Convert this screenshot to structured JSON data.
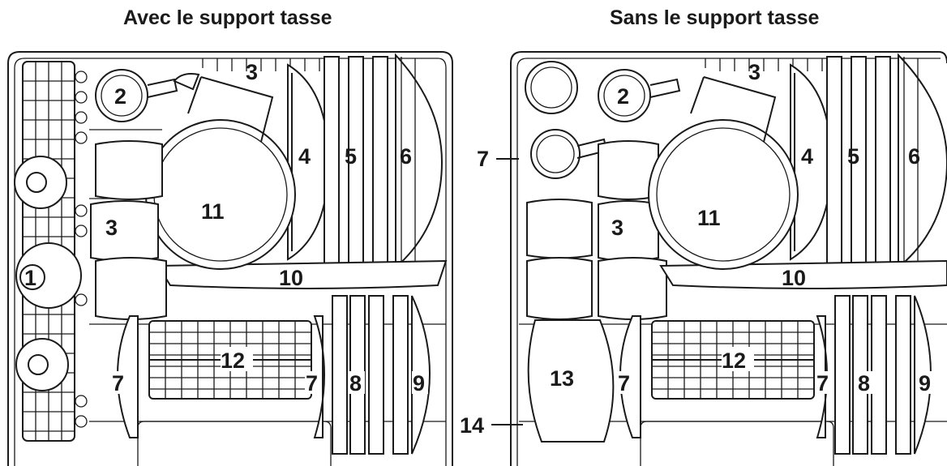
{
  "left": {
    "title": "Avec le support tasse",
    "labels": [
      "1",
      "2",
      "3",
      "3",
      "4",
      "5",
      "6",
      "7",
      "7",
      "8",
      "9",
      "10",
      "11",
      "12"
    ]
  },
  "right": {
    "title": "Sans le support tasse",
    "labels": [
      "2",
      "3",
      "3",
      "4",
      "5",
      "6",
      "7",
      "7",
      "7",
      "8",
      "9",
      "10",
      "11",
      "12",
      "13",
      "14"
    ]
  }
}
